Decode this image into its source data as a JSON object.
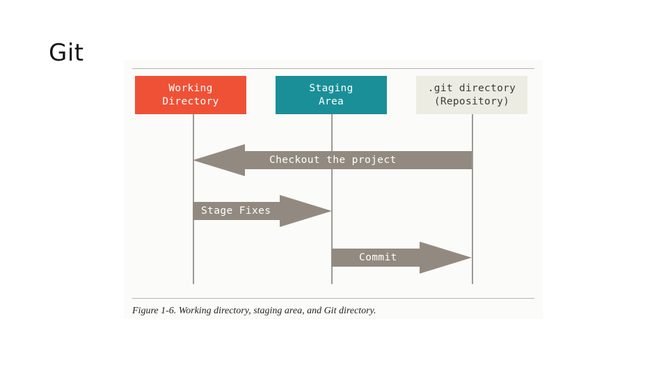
{
  "slide": {
    "title": "Git"
  },
  "figure": {
    "caption": "Figure 1-6. Working directory, staging area, and Git directory.",
    "colors": {
      "working_directory": "#ef5136",
      "staging_area": "#1a8f98",
      "repository": "#edece3",
      "arrow": "#928a80",
      "lifeline": "#9d9a93",
      "rule": "#b9b4ad",
      "panel_background": "#fbfbf9"
    },
    "nodes": [
      {
        "id": "working-directory",
        "line1": "Working",
        "line2": "Directory"
      },
      {
        "id": "staging-area",
        "line1": "Staging",
        "line2": "Area"
      },
      {
        "id": "repository",
        "line1": ".git directory",
        "line2": "(Repository)"
      }
    ],
    "arrows": [
      {
        "id": "checkout",
        "label": "Checkout the project",
        "direction": "left",
        "from": "repository",
        "to": "working-directory"
      },
      {
        "id": "stage-fixes",
        "label": "Stage Fixes",
        "direction": "right",
        "from": "working-directory",
        "to": "staging-area"
      },
      {
        "id": "commit",
        "label": "Commit",
        "direction": "right",
        "from": "staging-area",
        "to": "repository"
      }
    ]
  }
}
